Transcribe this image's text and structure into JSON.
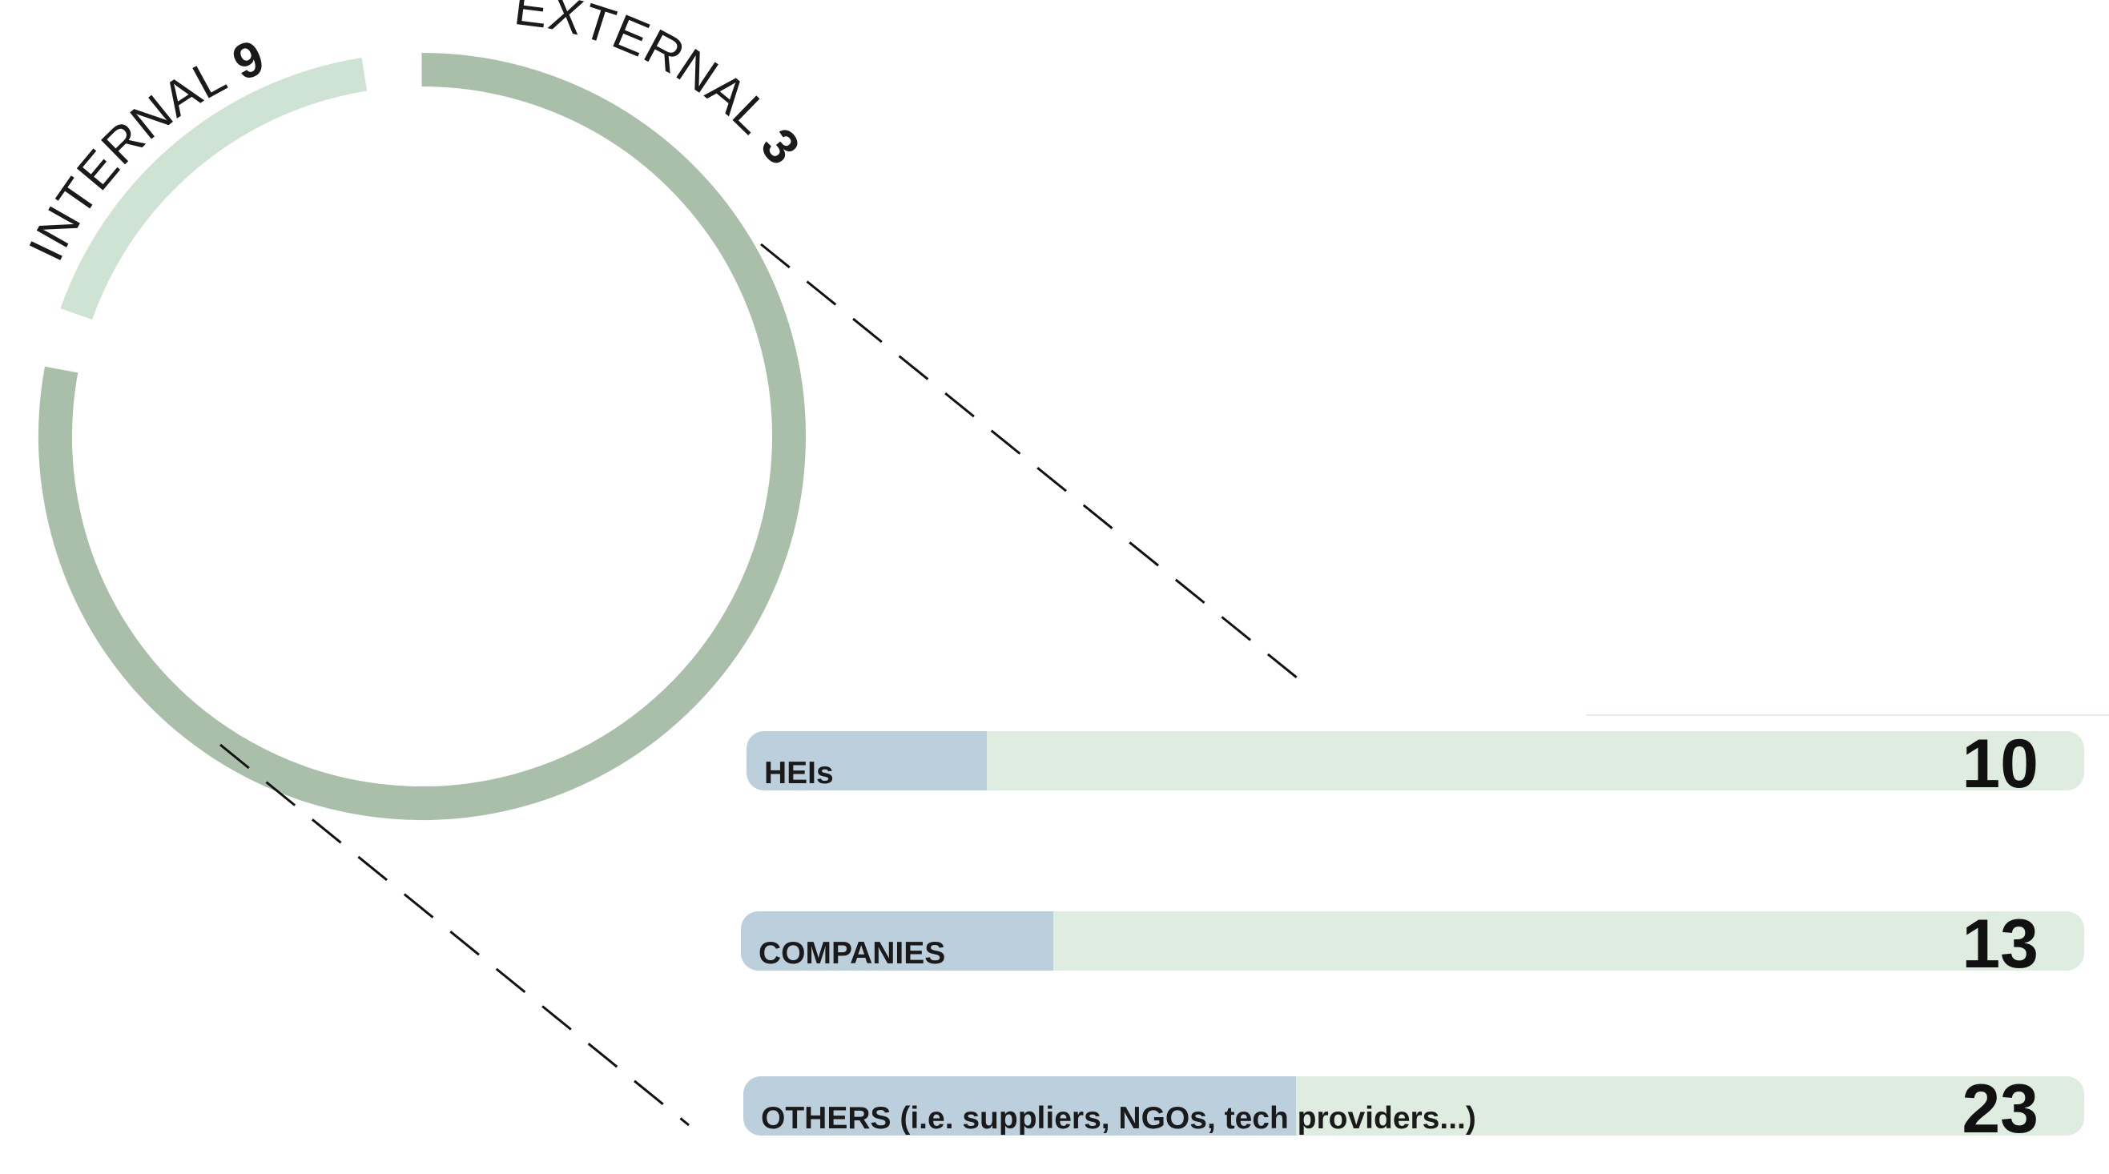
{
  "chart_data": [
    {
      "type": "pie",
      "title": "",
      "slices": [
        {
          "label": "INTERNAL",
          "value": 9,
          "color": "#cfe3d4"
        },
        {
          "label": "EXTERNAL",
          "value": 37,
          "color": "#a9bfa9"
        }
      ]
    },
    {
      "type": "bar",
      "title": "",
      "categories": [
        "HEIs",
        "COMPANIES",
        "OTHERS (i.e. suppliers, NGOs, tech providers...)"
      ],
      "values": [
        10,
        13,
        23
      ],
      "track_color": "#deede0",
      "fill_color": "#bccfdd"
    }
  ]
}
